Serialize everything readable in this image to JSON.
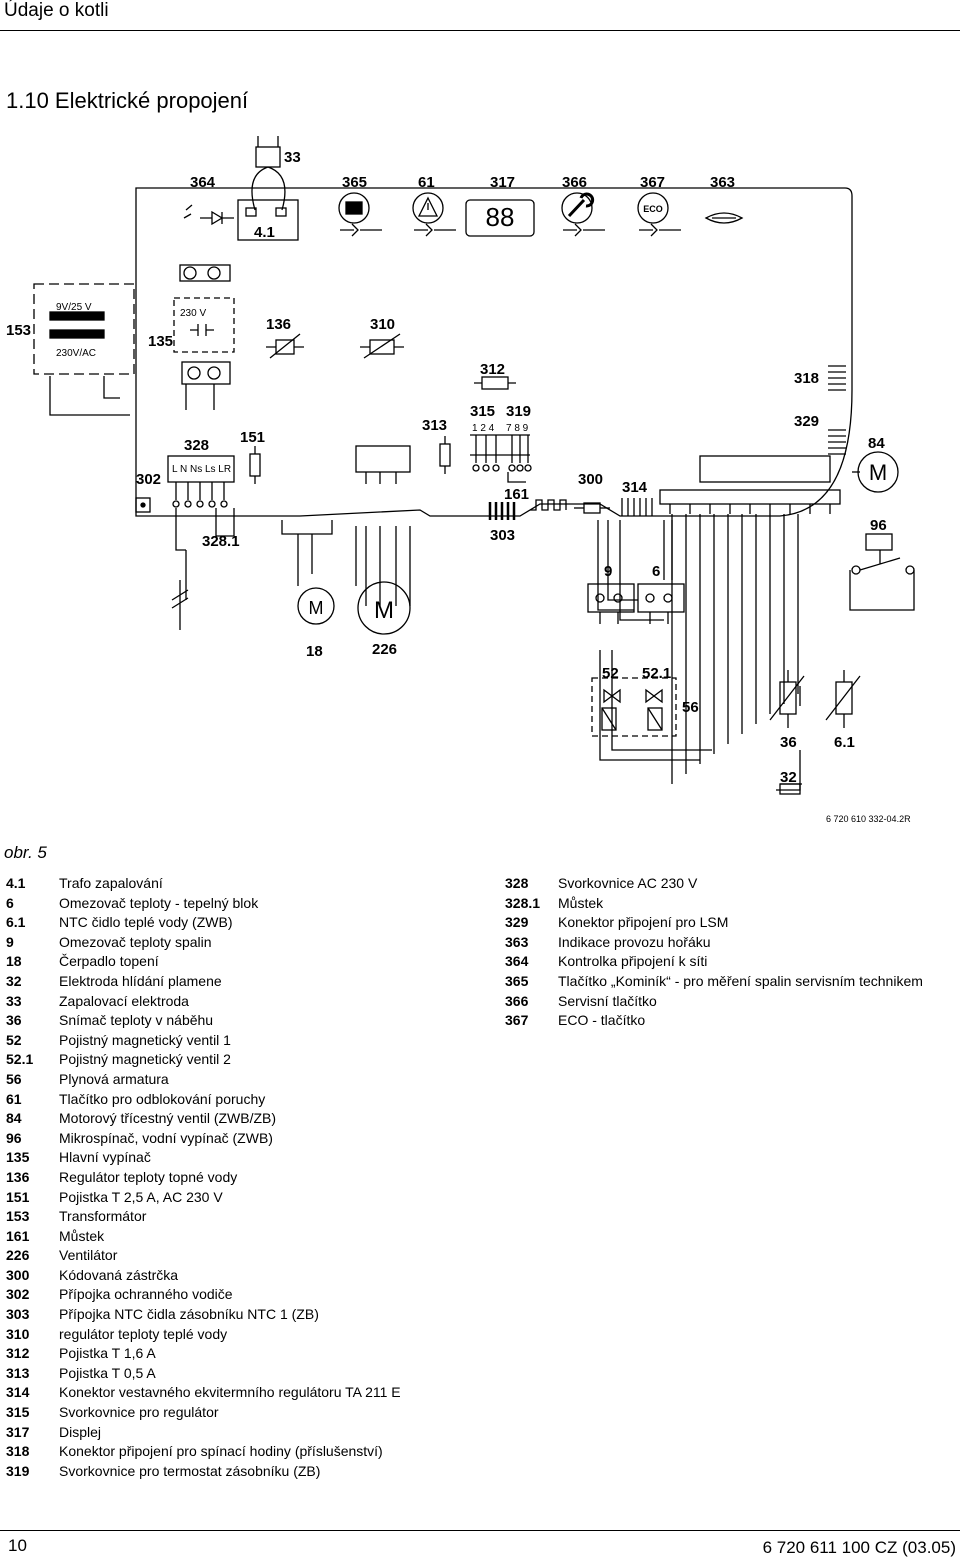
{
  "header": {
    "title": "Údaje o kotli"
  },
  "section_title": "1.10 Elektrické propojení",
  "diagram": {
    "labels": {
      "c364": "364",
      "c33": "33",
      "c365": "365",
      "c61": "61",
      "c317": "317",
      "c366": "366",
      "c367": "367",
      "c363": "363",
      "c41": "4.1",
      "eco": "ECO",
      "c153": "153",
      "v9": "9V/25 V",
      "v230ac": "230V/AC",
      "c135": "135",
      "v230": "230 V",
      "c136": "136",
      "c310": "310",
      "c312": "312",
      "c318": "318",
      "c329": "329",
      "c84": "84",
      "m84": "M",
      "c315": "315",
      "c319": "319",
      "t315": "1 2 4",
      "t319": "7 8 9",
      "c313": "313",
      "c151": "151",
      "c328": "328",
      "term328": "L N Ns Ls LR",
      "c302": "302",
      "c161": "161",
      "c300": "300",
      "c314": "314",
      "c3281": "328.1",
      "c303": "303",
      "c96": "96",
      "c9": "9",
      "c6": "6",
      "m18": "M",
      "m226": "M",
      "c18": "18",
      "c226": "226",
      "c52": "52",
      "c521": "52.1",
      "c56": "56",
      "c36": "36",
      "c61b": "6.1",
      "c32": "32"
    }
  },
  "drawing_code": "6 720 610 332-04.2R",
  "figure_label": "obr. 5",
  "legend": {
    "left": [
      {
        "num": "4.1",
        "text": "Trafo zapalování"
      },
      {
        "num": "6",
        "text": "Omezovač teploty - tepelný blok"
      },
      {
        "num": "6.1",
        "text": "NTC čidlo teplé vody (ZWB)"
      },
      {
        "num": "9",
        "text": "Omezovač teploty spalin"
      },
      {
        "num": "18",
        "text": "Čerpadlo topení"
      },
      {
        "num": "32",
        "text": "Elektroda hlídání plamene"
      },
      {
        "num": "33",
        "text": "Zapalovací elektroda"
      },
      {
        "num": "36",
        "text": "Snímač teploty v náběhu"
      },
      {
        "num": "52",
        "text": "Pojistný magnetický ventil 1"
      },
      {
        "num": "52.1",
        "text": "Pojistný magnetický ventil 2"
      },
      {
        "num": "56",
        "text": "Plynová armatura"
      },
      {
        "num": "61",
        "text": "Tlačítko pro odblokování poruchy"
      },
      {
        "num": "84",
        "text": "Motorový třícestný ventil (ZWB/ZB)"
      },
      {
        "num": "96",
        "text": "Mikrospínač, vodní vypínač (ZWB)"
      },
      {
        "num": "135",
        "text": "Hlavní vypínač"
      },
      {
        "num": "136",
        "text": "Regulátor teploty topné vody"
      },
      {
        "num": "151",
        "text": "Pojistka T 2,5 A, AC 230 V"
      },
      {
        "num": "153",
        "text": "Transformátor"
      },
      {
        "num": "161",
        "text": "Můstek"
      },
      {
        "num": "226",
        "text": "Ventilátor"
      },
      {
        "num": "300",
        "text": "Kódovaná zástrčka"
      },
      {
        "num": "302",
        "text": "Přípojka ochranného vodiče"
      },
      {
        "num": "303",
        "text": "Přípojka NTC čidla zásobníku NTC 1 (ZB)"
      },
      {
        "num": "310",
        "text": "regulátor teploty teplé vody"
      },
      {
        "num": "312",
        "text": "Pojistka T 1,6 A"
      },
      {
        "num": "313",
        "text": "Pojistka T 0,5 A"
      },
      {
        "num": "314",
        "text": "Konektor vestavného ekvitermního regulátoru TA 211 E"
      },
      {
        "num": "315",
        "text": "Svorkovnice pro regulátor"
      },
      {
        "num": "317",
        "text": "Displej"
      },
      {
        "num": "318",
        "text": "Konektor připojení pro spínací hodiny (příslušenství)"
      },
      {
        "num": "319",
        "text": "Svorkovnice pro termostat zásobníku (ZB)"
      }
    ],
    "right": [
      {
        "num": "328",
        "text": "Svorkovnice AC 230 V"
      },
      {
        "num": "328.1",
        "text": "Můstek"
      },
      {
        "num": "329",
        "text": "Konektor připojení pro LSM"
      },
      {
        "num": "363",
        "text": "Indikace provozu hořáku"
      },
      {
        "num": "364",
        "text": "Kontrolka připojení k síti"
      },
      {
        "num": "365",
        "text": "Tlačítko „Kominík“ - pro měření spalin servisním technikem"
      },
      {
        "num": "366",
        "text": "Servisní tlačítko"
      },
      {
        "num": "367",
        "text": "ECO - tlačítko"
      }
    ]
  },
  "footer": {
    "page_number": "10",
    "doc_code": "6 720 611 100 CZ (03.05)"
  }
}
